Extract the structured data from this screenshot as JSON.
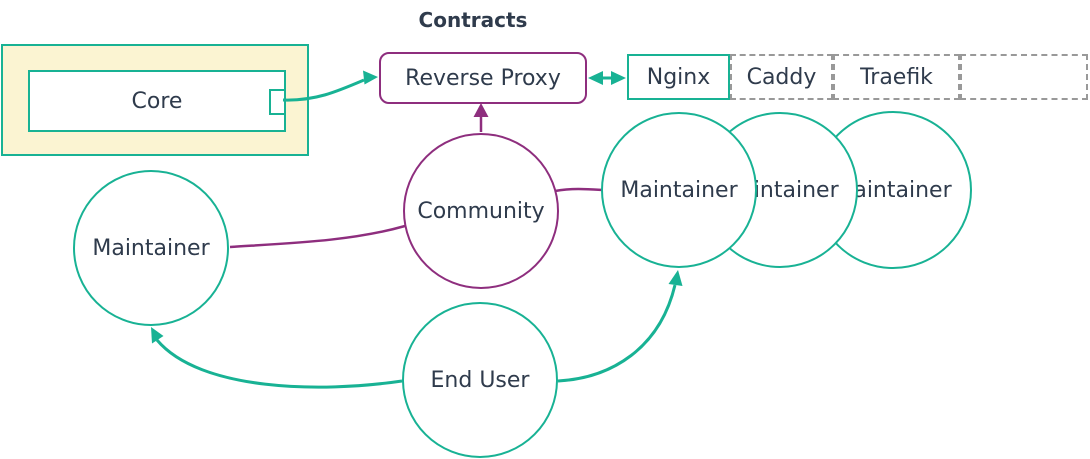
{
  "title": "Contracts",
  "colors": {
    "teal": "#18B294",
    "purple": "#8E2E7E",
    "text": "#2F3B4C",
    "group_fill": "#FBF4D2",
    "dashed": "#999999",
    "bg": "#FFFFFF"
  },
  "nodes": {
    "core": {
      "label": "Core"
    },
    "reverse_proxy": {
      "label": "Reverse Proxy"
    },
    "options": {
      "cells": [
        {
          "label": "Nginx",
          "border": "solid-teal"
        },
        {
          "label": "Caddy",
          "border": "dashed-gray"
        },
        {
          "label": "Traefik",
          "border": "dashed-gray"
        },
        {
          "label": "",
          "border": "dashed-gray"
        }
      ]
    },
    "community": {
      "label": "Community"
    },
    "maintainer_left": {
      "label": "Maintainer"
    },
    "maintainers_right": [
      {
        "label": "Maintainer"
      },
      {
        "label": "Maintainer"
      },
      {
        "label": "Maintainer"
      }
    ],
    "end_user": {
      "label": "End User"
    }
  },
  "edges": [
    {
      "from": "core",
      "to": "reverse_proxy",
      "color": "teal",
      "arrow": "end"
    },
    {
      "from": "reverse_proxy",
      "to": "nginx",
      "color": "teal",
      "arrow": "both"
    },
    {
      "from": "community",
      "to": "reverse_proxy",
      "color": "purple",
      "arrow": "end"
    },
    {
      "from": "community",
      "to": "maintainer_left",
      "color": "purple",
      "arrow": "none"
    },
    {
      "from": "community",
      "to": "maintainer_right_front",
      "color": "purple",
      "arrow": "none"
    },
    {
      "from": "end_user",
      "to": "maintainer_left",
      "color": "teal",
      "arrow": "end"
    },
    {
      "from": "end_user",
      "to": "maintainer_right_front",
      "color": "teal",
      "arrow": "end"
    }
  ]
}
